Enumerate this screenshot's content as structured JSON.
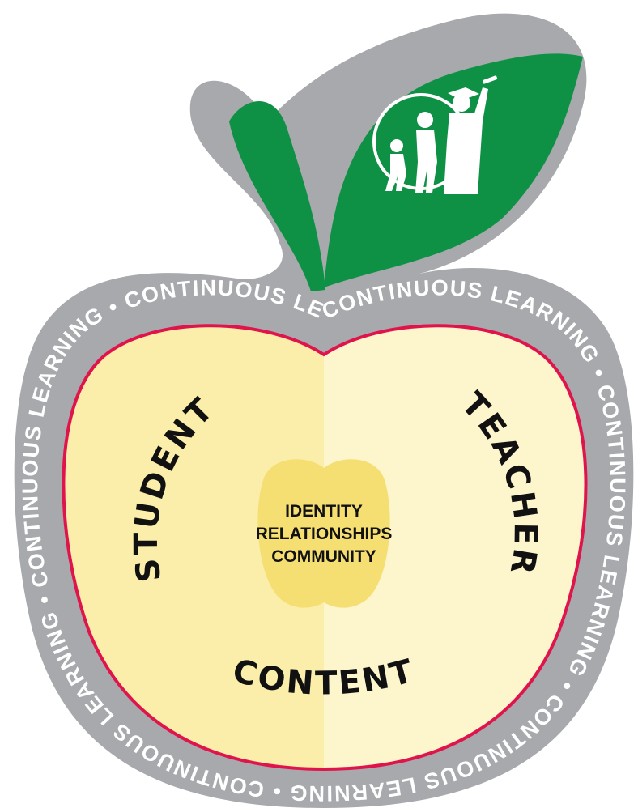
{
  "ring": {
    "phrase": "CONTINUOUS LEARNING",
    "separator": "•",
    "text": "CONTINUOUS LEARNING • CONTINUOUS LEARNING • CONTINUOUS LEARNING • CONTINUOUS LEARNING • CONTINUOUS LEARNING • CONTINUOUS LEARNING •"
  },
  "labels": {
    "left": "STUDENT",
    "right": "TEACHER",
    "bottom": "CONTENT"
  },
  "core": {
    "line1": "IDENTITY",
    "line2": "RELATIONSHIPS",
    "line3": "COMMUNITY"
  },
  "colors": {
    "outline": "#a7a9ac",
    "ring_text": "#ffffff",
    "rim": "#e0144c",
    "flesh_left": "#fbeeaa",
    "flesh_right": "#fdf5cc",
    "core": "#f6df72",
    "leaf": "#0e9145",
    "label": "#111111",
    "icon": "#ffffff"
  },
  "icons": {
    "leaf_emblem": "student-growth-icon"
  }
}
